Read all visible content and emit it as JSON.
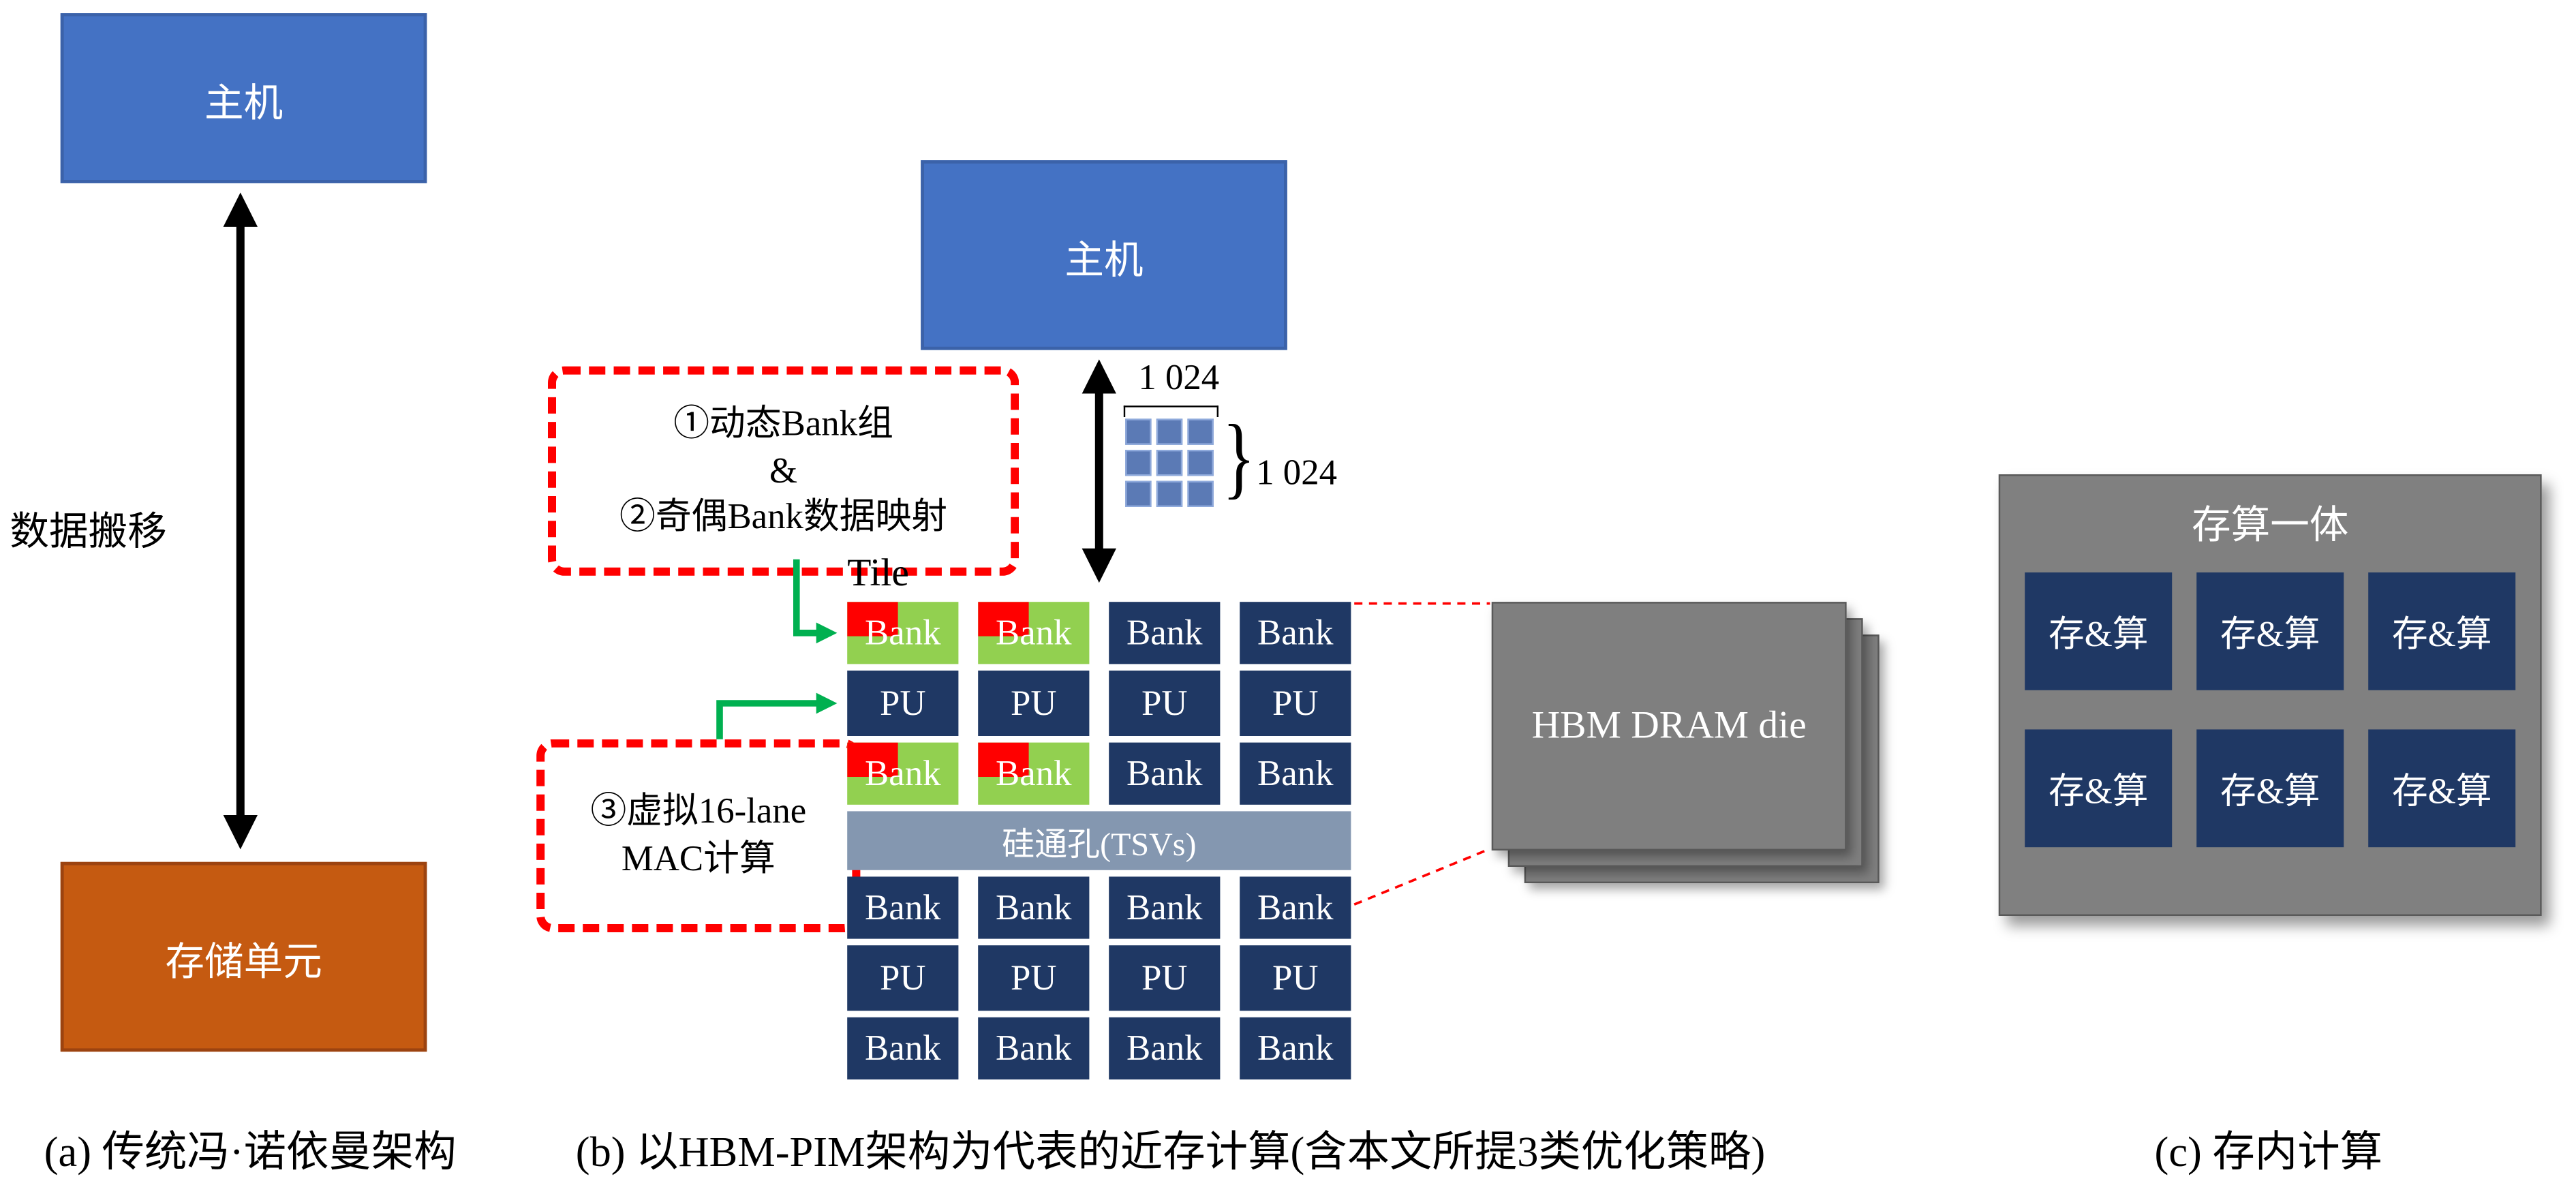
{
  "panel_a": {
    "host_label": "主机",
    "data_move_label": "数据搬移",
    "memory_label": "存储单元",
    "caption": "(a) 传统冯·诺依曼架构"
  },
  "panel_b": {
    "host_label": "主机",
    "bus_width_top": "1 024",
    "bus_width_right": "1 024",
    "optimization_box_1": {
      "line1": "①动态Bank组",
      "line2": "&",
      "line3": "②奇偶Bank数据映射"
    },
    "optimization_box_2": {
      "line1": "③虚拟16-lane",
      "line2": "MAC计算"
    },
    "tile_label": "Tile",
    "tsv_label": "硅通孔(TSVs)",
    "hbm_die_label": "HBM DRAM die",
    "grid": {
      "bank_label": "Bank",
      "pu_label": "PU",
      "columns": 4,
      "rows": [
        {
          "type": "bank",
          "variants": [
            "tile",
            "tile",
            "plain",
            "plain"
          ]
        },
        {
          "type": "pu"
        },
        {
          "type": "bank",
          "variants": [
            "tile",
            "tile",
            "plain",
            "plain"
          ]
        },
        {
          "type": "tsv"
        },
        {
          "type": "bank",
          "variants": [
            "plain",
            "plain",
            "plain",
            "plain"
          ]
        },
        {
          "type": "pu"
        },
        {
          "type": "bank",
          "variants": [
            "plain",
            "plain",
            "plain",
            "plain"
          ]
        }
      ]
    },
    "caption": "(b) 以HBM-PIM架构为代表的近存计算(含本文所提3类优化策略)"
  },
  "panel_c": {
    "title": "存算一体",
    "cell_label": "存&算",
    "cell_count": 6,
    "caption": "(c) 存内计算"
  },
  "colors": {
    "host_blue": "#4472C4",
    "memory_orange": "#C55A11",
    "bank_navy": "#1F3864",
    "bank_green": "#92D050",
    "bank_red_corner": "#FF0000",
    "tsv_bar": "#8497B0",
    "die_gray": "#7F7F7F",
    "pim_gray": "#808080",
    "dashed_red": "#FF0000",
    "arrow_green": "#00B050",
    "arrow_black": "#000000"
  }
}
